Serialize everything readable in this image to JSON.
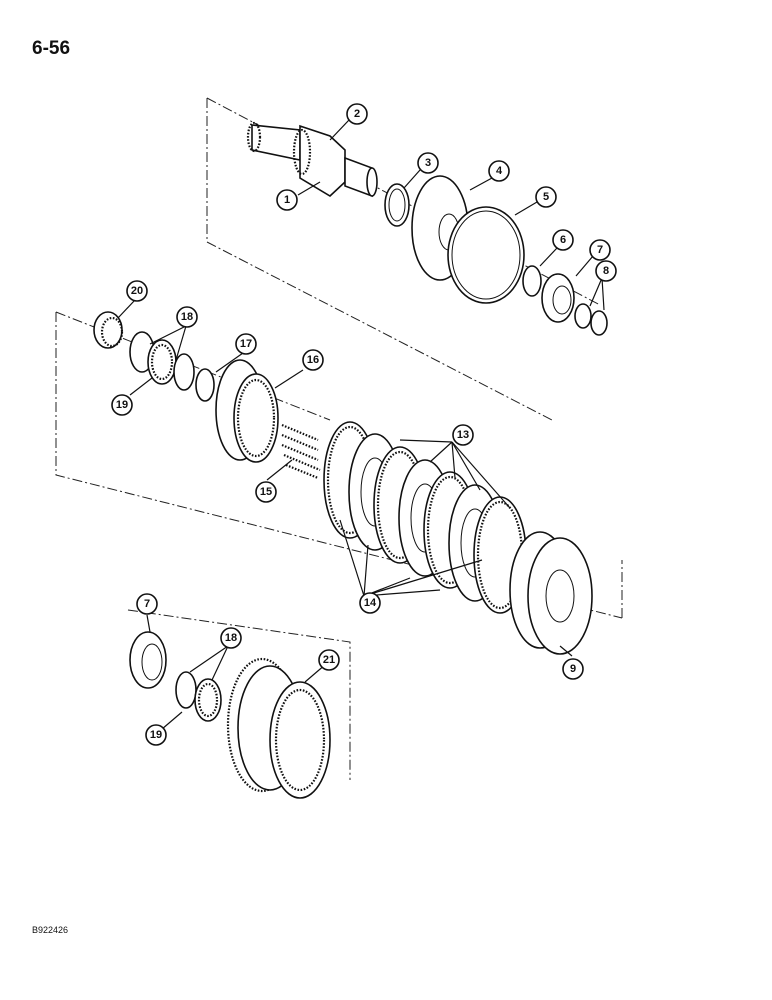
{
  "page_number": "6-56",
  "figure_code": "B922426",
  "callouts": [
    "1",
    "2",
    "3",
    "4",
    "5",
    "6",
    "7",
    "8",
    "20",
    "18",
    "17",
    "16",
    "19",
    "15",
    "13",
    "14",
    "9",
    "7",
    "18",
    "21",
    "19"
  ],
  "colors": {
    "ink": "#111111",
    "paper": "#ffffff"
  }
}
